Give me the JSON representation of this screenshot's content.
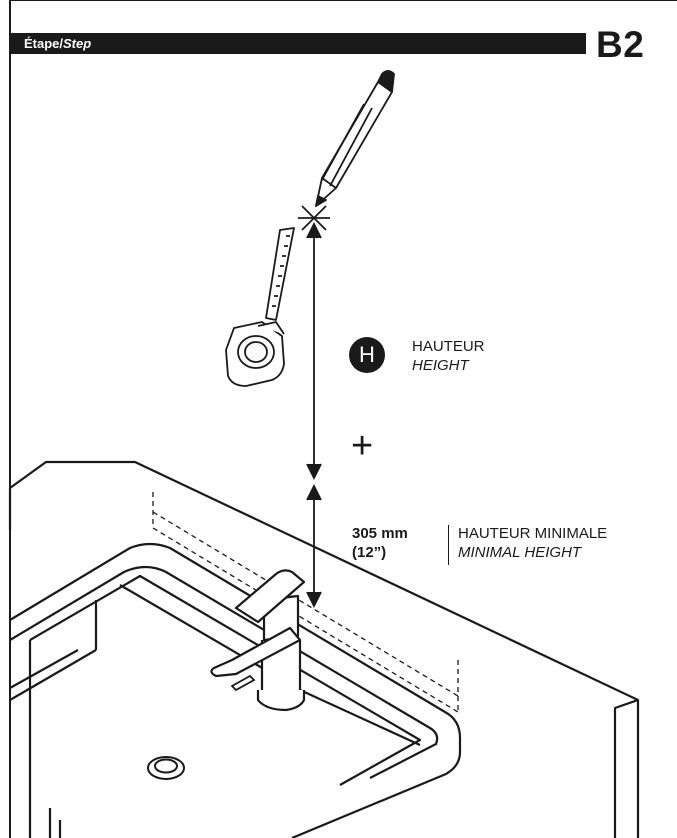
{
  "header": {
    "step_fr": "Étape/",
    "step_en": "Step",
    "step_code": "B2"
  },
  "height_callout": {
    "badge": "H",
    "label_fr": "HAUTEUR",
    "label_en": "HEIGHT"
  },
  "plus_sign": "+",
  "min_height_callout": {
    "value_mm": "305 mm",
    "value_in": "(12”)",
    "label_fr": "HAUTEUR MINIMALE",
    "label_en": "MINIMAL HEIGHT"
  },
  "icons": [
    "pencil-icon",
    "tape-measure-icon",
    "faucet-icon",
    "sink-basin-icon",
    "drain-icon",
    "overflow-icon"
  ],
  "colors": {
    "ink": "#1a1a1a",
    "paper": "#ffffff"
  }
}
